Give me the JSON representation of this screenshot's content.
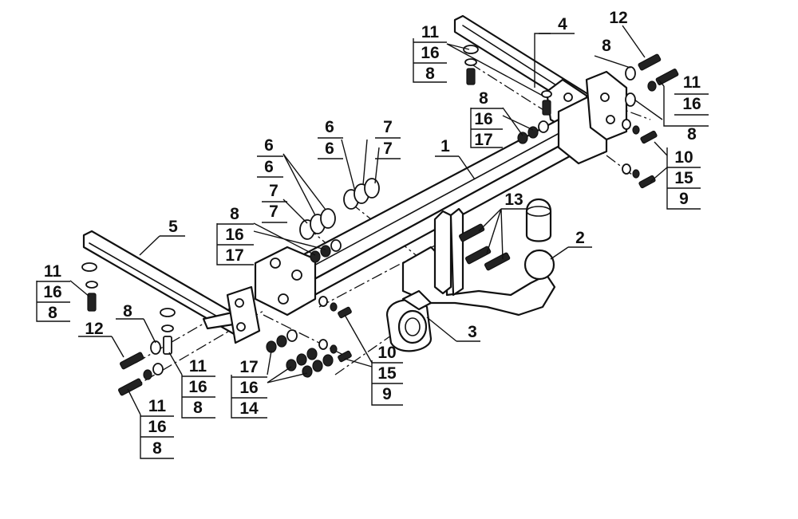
{
  "diagram": {
    "callouts": [
      {
        "id": "c1",
        "lines": [
          "1"
        ]
      },
      {
        "id": "c2",
        "lines": [
          "2"
        ]
      },
      {
        "id": "c3",
        "lines": [
          "3"
        ]
      },
      {
        "id": "c4",
        "lines": [
          "4"
        ]
      },
      {
        "id": "c5",
        "lines": [
          "5"
        ]
      },
      {
        "id": "c6a",
        "lines": [
          "6",
          "6"
        ]
      },
      {
        "id": "c6b",
        "lines": [
          "6",
          "6"
        ]
      },
      {
        "id": "c7a",
        "lines": [
          "7",
          "7"
        ]
      },
      {
        "id": "c7b",
        "lines": [
          "7",
          "7"
        ]
      },
      {
        "id": "c8a",
        "lines": [
          "8"
        ]
      },
      {
        "id": "c8b",
        "lines": [
          "8"
        ]
      },
      {
        "id": "c12a",
        "lines": [
          "12"
        ]
      },
      {
        "id": "c12b",
        "lines": [
          "12"
        ]
      },
      {
        "id": "c13",
        "lines": [
          "13"
        ]
      },
      {
        "id": "stackTopLeft",
        "lines": [
          "11",
          "16",
          "8"
        ]
      },
      {
        "id": "stackTopMid",
        "lines": [
          "8",
          "16",
          "17"
        ]
      },
      {
        "id": "stackRight1",
        "lines": [
          "11",
          "16",
          "8"
        ]
      },
      {
        "id": "stackRight2",
        "lines": [
          "10",
          "15",
          "9"
        ]
      },
      {
        "id": "stackMid",
        "lines": [
          "8",
          "16",
          "17"
        ]
      },
      {
        "id": "stackLeft",
        "lines": [
          "11",
          "16",
          "8"
        ]
      },
      {
        "id": "stackBotLeft1",
        "lines": [
          "11",
          "16",
          "8"
        ]
      },
      {
        "id": "stackBotLeft2",
        "lines": [
          "11",
          "16",
          "8"
        ]
      },
      {
        "id": "stackBotMid",
        "lines": [
          "17",
          "16",
          "14"
        ]
      },
      {
        "id": "stackBotRight",
        "lines": [
          "10",
          "15",
          "9"
        ]
      }
    ]
  }
}
